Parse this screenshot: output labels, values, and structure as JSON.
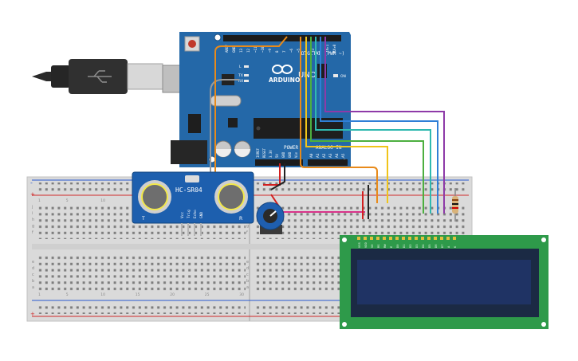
{
  "arduino": {
    "brand": "ARDUINO",
    "model": "UNO",
    "digital_label": "DIGITAL (PWM ~)",
    "power_label": "POWER",
    "analog_label": "ANALOG IN",
    "on_label": "ON",
    "tx_label": "TX",
    "rx_label": "RX",
    "l_label": "L",
    "header_pins_top": [
      "AREF",
      "GND",
      "13",
      "12",
      "~11",
      "~10",
      "~9",
      "8",
      "7",
      "~6",
      "~5",
      "4",
      "~3",
      "2",
      "TX▸1",
      "RX◂0"
    ],
    "power_pins": [
      "IOREF",
      "RESET",
      "3.3V",
      "5V",
      "GND",
      "GND",
      "Vin"
    ],
    "analog_pins": [
      "A0",
      "A1",
      "A2",
      "A3",
      "A4",
      "A5"
    ]
  },
  "sensor": {
    "name": "HC-SR04",
    "pins": [
      "Vcc",
      "Trig",
      "Echo",
      "GND"
    ],
    "left_mark": "T",
    "right_mark": "R"
  },
  "lcd": {
    "pins": [
      "VSS",
      "VDD",
      "V0",
      "RS",
      "RW",
      "E",
      "D0",
      "D1",
      "D2",
      "D3",
      "D4",
      "D5",
      "D6",
      "D7",
      "A",
      "K"
    ]
  },
  "breadboard": {
    "rows": [
      "j",
      "i",
      "h",
      "g",
      "f",
      "e",
      "d",
      "c",
      "b",
      "a"
    ],
    "columns": [
      "1",
      "5",
      "10",
      "15",
      "20",
      "25",
      "30"
    ],
    "plus": "+",
    "minus": "-"
  },
  "colors": {
    "arduino_board": "#2468a8",
    "lcd_board": "#2e9a4a",
    "lcd_screen": "#1f3364",
    "sensor_board": "#1d5fae",
    "wire_orange": "#e88a1a",
    "wire_yellow": "#f0c419",
    "wire_green": "#4caf3f",
    "wire_teal": "#2fb9b0",
    "wire_blue": "#2f7fd6",
    "wire_purple": "#8e3aa8",
    "wire_pink": "#d9338a",
    "wire_red": "#d21f1f",
    "wire_black": "#222222"
  }
}
